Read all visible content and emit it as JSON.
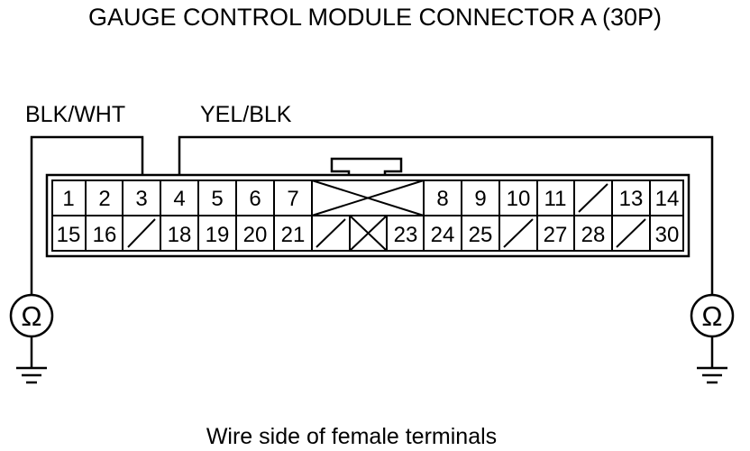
{
  "title": "GAUGE CONTROL MODULE CONNECTOR A (30P)",
  "wires": {
    "left": "BLK/WHT",
    "right": "YEL/BLK"
  },
  "caption": "Wire side of female terminals",
  "meter_symbol": "Ω",
  "connector": {
    "top_row": [
      "1",
      "2",
      "3",
      "4",
      "5",
      "6",
      "7",
      "8",
      "9",
      "10",
      "11",
      "13",
      "14"
    ],
    "bottom_row": [
      "15",
      "16",
      "18",
      "19",
      "20",
      "21",
      "23",
      "24",
      "25",
      "27",
      "28",
      "30"
    ]
  }
}
